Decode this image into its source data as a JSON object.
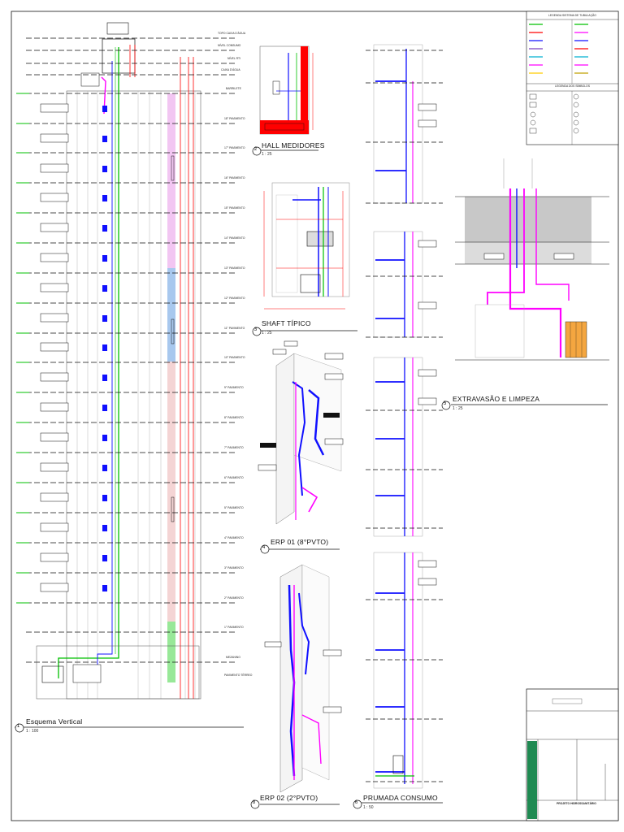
{
  "views": [
    {
      "num": "1",
      "title": "Esquema Vertical",
      "scale": "1 : 100"
    },
    {
      "num": "2",
      "title": "HALL MEDIDORES",
      "scale": "1 : 25"
    },
    {
      "num": "3",
      "title": "SHAFT TÍPICO",
      "scale": "1 : 25"
    },
    {
      "num": "4",
      "title": "ERP 01 (8°PVTO)",
      "scale": ""
    },
    {
      "num": "5",
      "title": "EXTRAVASÃO E LIMPEZA",
      "scale": "1 : 25"
    },
    {
      "num": "6",
      "title": "PRUMADA CONSUMO",
      "scale": "1 : 50"
    },
    {
      "num": "8",
      "title": "ERP 02 (2°PVTO)",
      "scale": ""
    }
  ],
  "levels": [
    "TOPO CAIXA D'ÁGUA",
    "NÍVEL CONSUMO",
    "NÍVEL RTI",
    "CAIXA D'ÁGUA",
    "BARRILETE",
    "18° PAVIMENTO",
    "17° PAVIMENTO",
    "16° PAVIMENTO",
    "15° PAVIMENTO",
    "14° PAVIMENTO",
    "13° PAVIMENTO",
    "12° PAVIMENTO",
    "11° PAVIMENTO",
    "10° PAVIMENTO",
    "9° PAVIMENTO",
    "8° PAVIMENTO",
    "7° PAVIMENTO",
    "6° PAVIMENTO",
    "5° PAVIMENTO",
    "4° PAVIMENTO",
    "3° PAVIMENTO",
    "2° PAVIMENTO",
    "1° PAVIMENTO",
    "MEZANINO",
    "PAVIMENTO TÉRREO"
  ],
  "legend": {
    "pipes_title": "LEGENDA SISTEMA DE TUBULAÇÃO",
    "symbols_title": "LEGENDA DOS SÍMBOLOS"
  },
  "colors": {
    "blue": "#1010ff",
    "magenta": "#ff00ff",
    "green": "#00c000",
    "red": "#ff0000",
    "orange": "#ff9900",
    "pink_fill": "#f2c6f2",
    "blue_fill": "#a8c8ee",
    "green_fill": "#98e898",
    "grey_fill": "#c8c8c8"
  },
  "title_block": {
    "project": "PROJETO HIDROSSANITÁRIO"
  }
}
